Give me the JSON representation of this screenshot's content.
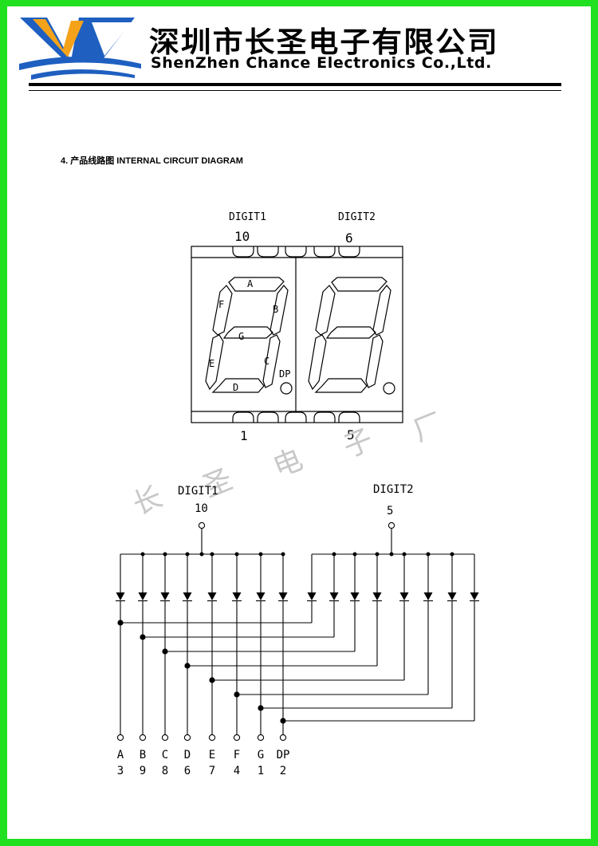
{
  "company": {
    "name_cn": "深圳市长圣电子有限公司",
    "name_en": "ShenZhen Chance Electronics Co.,Ltd."
  },
  "colors": {
    "frame": "#20e020",
    "logo_blue": "#1e5fc0",
    "logo_orange": "#f5a21b",
    "ink": "#000000",
    "watermark": "#c8c8c8"
  },
  "section": {
    "title": "4.  产品线路图 INTERNAL CIRCUIT DIAGRAM"
  },
  "package": {
    "digit1_label": "DIGIT1",
    "digit2_label": "DIGIT2",
    "top_pin_left": "10",
    "top_pin_right": "6",
    "bottom_pin_left": "1",
    "bottom_pin_right": "5",
    "segment_labels": [
      "A",
      "B",
      "C",
      "D",
      "E",
      "F",
      "G",
      "DP"
    ]
  },
  "watermark": [
    "长",
    "圣",
    "电",
    "子",
    "厂"
  ],
  "circuit": {
    "digit1": {
      "label": "DIGIT1",
      "pin": "10"
    },
    "digit2": {
      "label": "DIGIT2",
      "pin": "5"
    },
    "segments": [
      "A",
      "B",
      "C",
      "D",
      "E",
      "F",
      "G",
      "DP"
    ],
    "pins": [
      "3",
      "9",
      "8",
      "6",
      "7",
      "4",
      "1",
      "2"
    ]
  }
}
